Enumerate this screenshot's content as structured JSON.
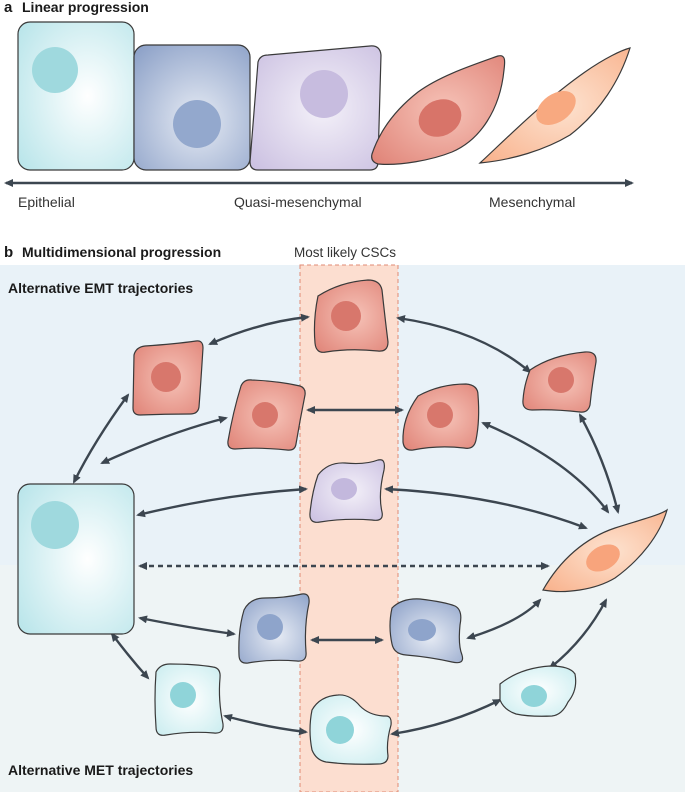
{
  "panel_a": {
    "letter": "a",
    "title": "Linear progression",
    "axis_labels": {
      "left": "Epithelial",
      "middle": "Quasi-mesenchymal",
      "right": "Mesenchymal"
    }
  },
  "panel_b": {
    "letter": "b",
    "title": "Multidimensional progression",
    "csc_label": "Most likely CSCs",
    "emt_label": "Alternative EMT trajectories",
    "met_label": "Alternative MET trajectories"
  },
  "colors": {
    "epithelial": "#cdeef0",
    "epithelial_nucleus": "#8fd4d9",
    "blue": "#a9b8d6",
    "blue_nucleus": "#8ea4cb",
    "purple": "#d7cfe8",
    "purple_nucleus": "#c3b8dd",
    "red": "#e8958a",
    "red_nucleus": "#d8776c",
    "mesenchymal": "#fbc5a4",
    "mesenchymal_nucleus": "#f8a47c",
    "csc_band": "#fbdfd2",
    "csc_border": "#e08b74",
    "emt_background": "#e8f1f7",
    "met_background": "#eef4f5",
    "arrow": "#3c4650"
  }
}
